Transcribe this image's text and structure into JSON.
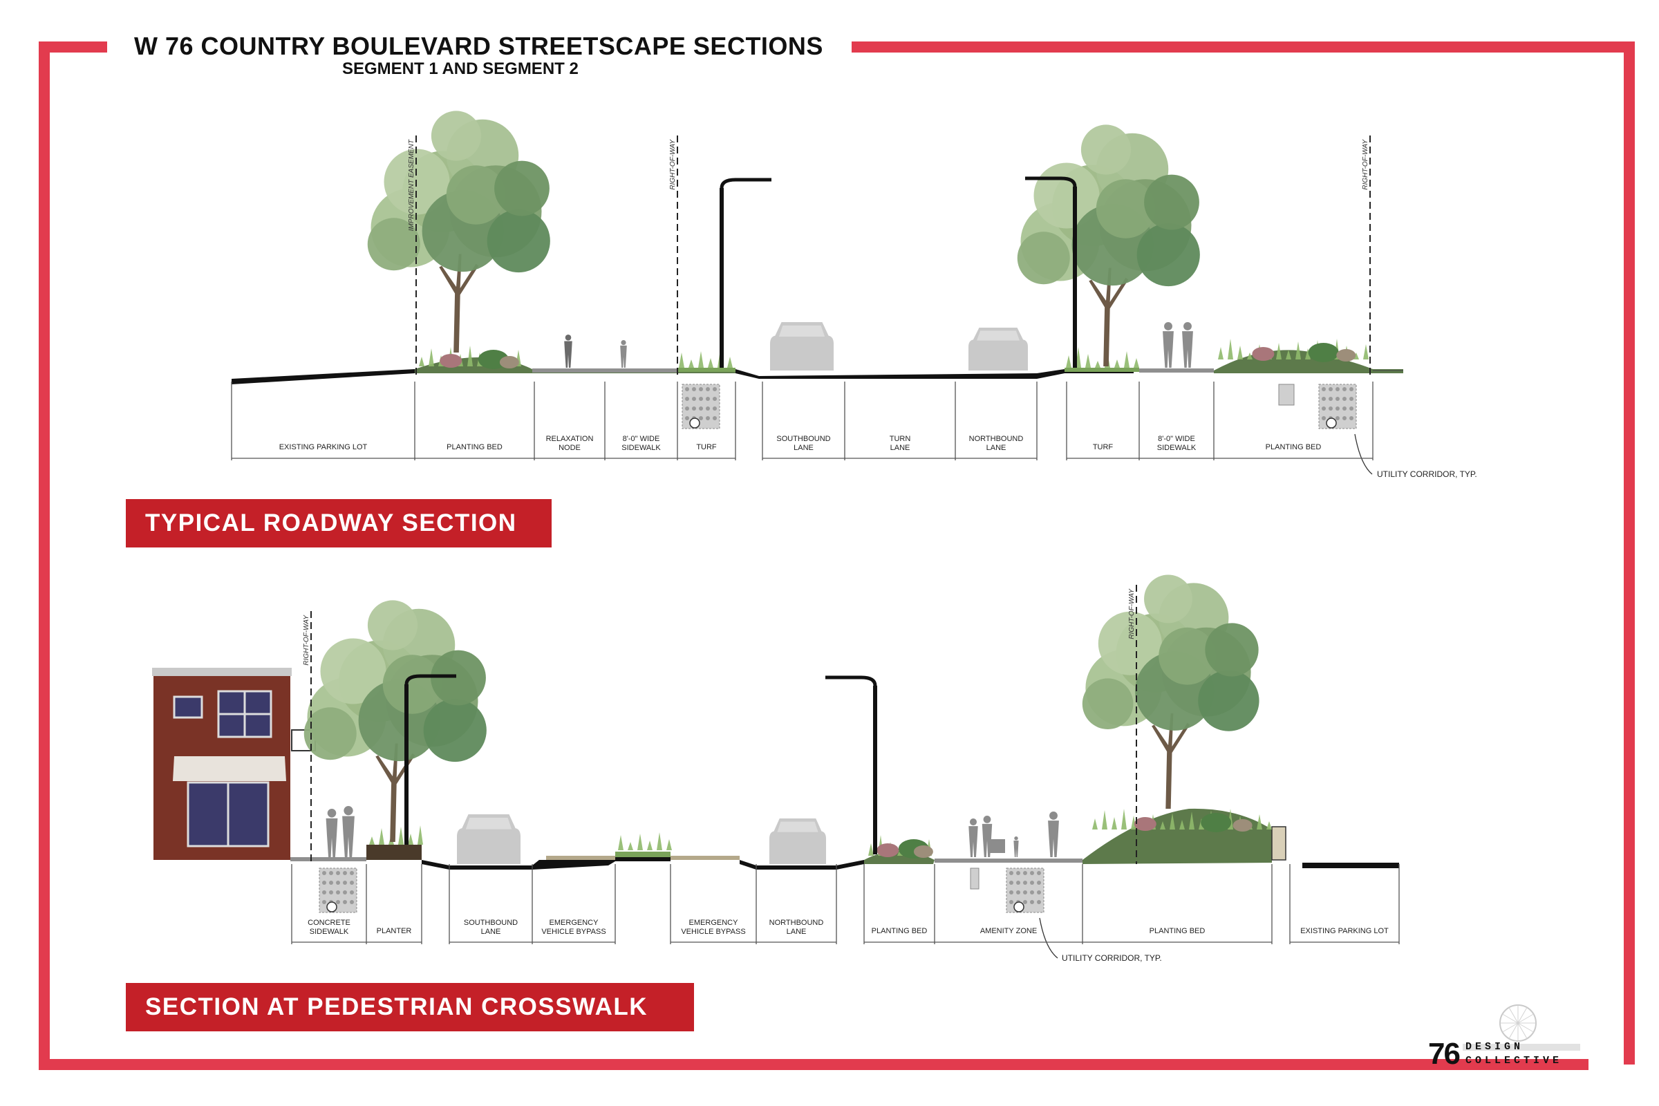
{
  "title": "W 76 COUNTRY BOULEVARD STREETSCAPE SECTIONS",
  "subtitle": "SEGMENT 1 AND SEGMENT 2",
  "colors": {
    "frame": "#e23b4e",
    "banner": "#c42028",
    "tree_light": "#9fba8a",
    "tree_dark": "#5f8a5c",
    "brick": "#7a3326"
  },
  "section1": {
    "banner": "TYPICAL ROADWAY SECTION",
    "markers": [
      "IMPROVEMENT EASEMENT",
      "RIGHT-OF-WAY",
      "RIGHT-OF-WAY"
    ],
    "zones": [
      [
        "EXISTING PARKING LOT"
      ],
      [
        "PLANTING BED"
      ],
      [
        "RELAXATION",
        "NODE"
      ],
      [
        "8'-0\" WIDE",
        "SIDEWALK"
      ],
      [
        "TURF"
      ],
      [
        "SOUTHBOUND",
        "LANE"
      ],
      [
        "TURN",
        "LANE"
      ],
      [
        "NORTHBOUND",
        "LANE"
      ],
      [
        "TURF"
      ],
      [
        "8'-0\" WIDE",
        "SIDEWALK"
      ],
      [
        "PLANTING BED"
      ]
    ],
    "callout": "UTILITY CORRIDOR, TYP."
  },
  "section2": {
    "banner": "SECTION AT PEDESTRIAN CROSSWALK",
    "markers": [
      "RIGHT-OF-WAY",
      "RIGHT-OF-WAY"
    ],
    "zones": [
      [
        "CONCRETE",
        "SIDEWALK"
      ],
      [
        "PLANTER"
      ],
      [
        "SOUTHBOUND",
        "LANE"
      ],
      [
        "EMERGENCY",
        "VEHICLE BYPASS"
      ],
      [
        "EMERGENCY",
        "VEHICLE BYPASS"
      ],
      [
        "NORTHBOUND",
        "LANE"
      ],
      [
        "PLANTING BED"
      ],
      [
        "AMENITY ZONE"
      ],
      [
        "PLANTING BED"
      ],
      [
        "EXISTING PARKING LOT"
      ]
    ],
    "callout": "UTILITY CORRIDOR, TYP."
  },
  "logo": {
    "number": "76",
    "word1": "DESIGN",
    "word2": "COLLECTIVE"
  }
}
